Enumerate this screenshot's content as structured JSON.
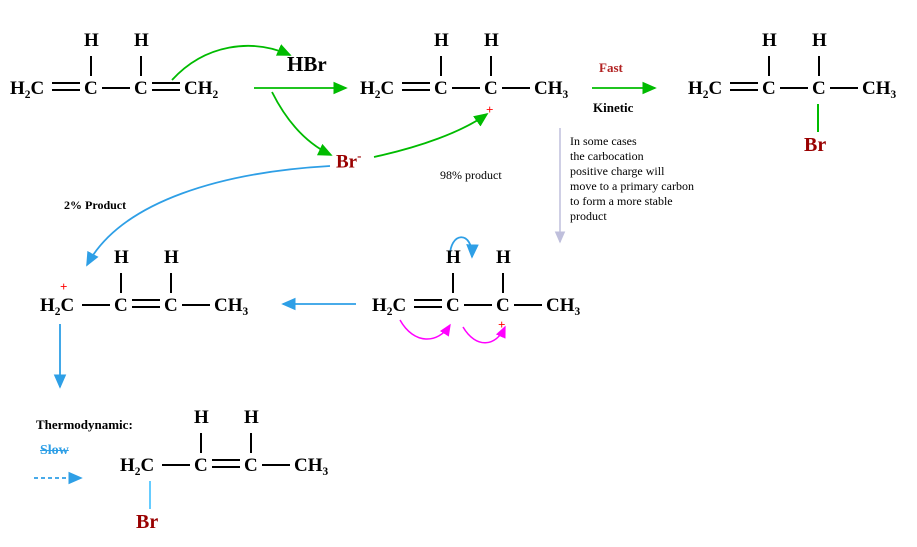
{
  "labels": {
    "hbr": "HBr",
    "br_base": "Br",
    "br_sup": "-",
    "fast": "Fast",
    "kinetic": "Kinetic",
    "pct98": "98% product",
    "pct2": "2% Product",
    "thermodynamic": "Thermodynamic:",
    "slow": "Slow",
    "note": {
      "l1": "In some cases",
      "l2": "the carbocation",
      "l3": "positive charge will",
      "l4": "move to a primary carbon",
      "l5": "to form a more stable",
      "l6": "product"
    }
  },
  "atoms": {
    "h2c": "H₂C",
    "c": "C",
    "ch2": "CH₂",
    "ch3": "CH₃",
    "h": "H",
    "plus": "+",
    "br": "Br"
  },
  "colors": {
    "green": "#00BB00",
    "blue": "#2E9FE6",
    "magenta": "#FF00FF",
    "red": "#FF0000",
    "darkred": "#990000",
    "fastred": "#B22222",
    "gray": "#BFBFDC",
    "lightblue": "#66CCFF"
  }
}
